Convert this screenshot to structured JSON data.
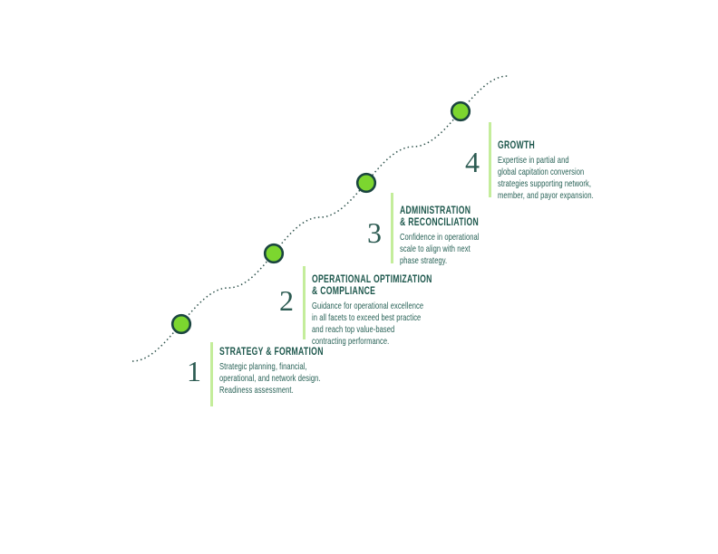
{
  "diagram": {
    "type": "staged-growth-path",
    "stages": [
      {
        "number": "1",
        "title": "STRATEGY & FORMATION",
        "description": "Strategic planning, financial,\noperational, and network design.\nReadiness assessment."
      },
      {
        "number": "2",
        "title": "OPERATIONAL OPTIMIZATION\n& COMPLIANCE",
        "description": "Guidance for operational excellence\nin all facets to exceed best practice\nand reach top value-based\ncontracting performance."
      },
      {
        "number": "3",
        "title": "ADMINISTRATION\n& RECONCILIATION",
        "description": "Confidence in operational\nscale to align with next\nphase strategy."
      },
      {
        "number": "4",
        "title": "GROWTH",
        "description": "Expertise in partial and\nglobal capitation conversion\nstrategies supporting network,\nmember, and payor expansion."
      }
    ],
    "colors": {
      "milestone_fill_green": "#7cd62f",
      "milestone_border_teal": "#1b4540",
      "dotted_path_teal": "#2e524c",
      "stage_bar_light_green": "#c4ed9b",
      "title_text_teal": "#1d574c",
      "body_text_teal": "#266055",
      "number_text_teal": "#2c5b52",
      "background": "#ffffff"
    }
  }
}
